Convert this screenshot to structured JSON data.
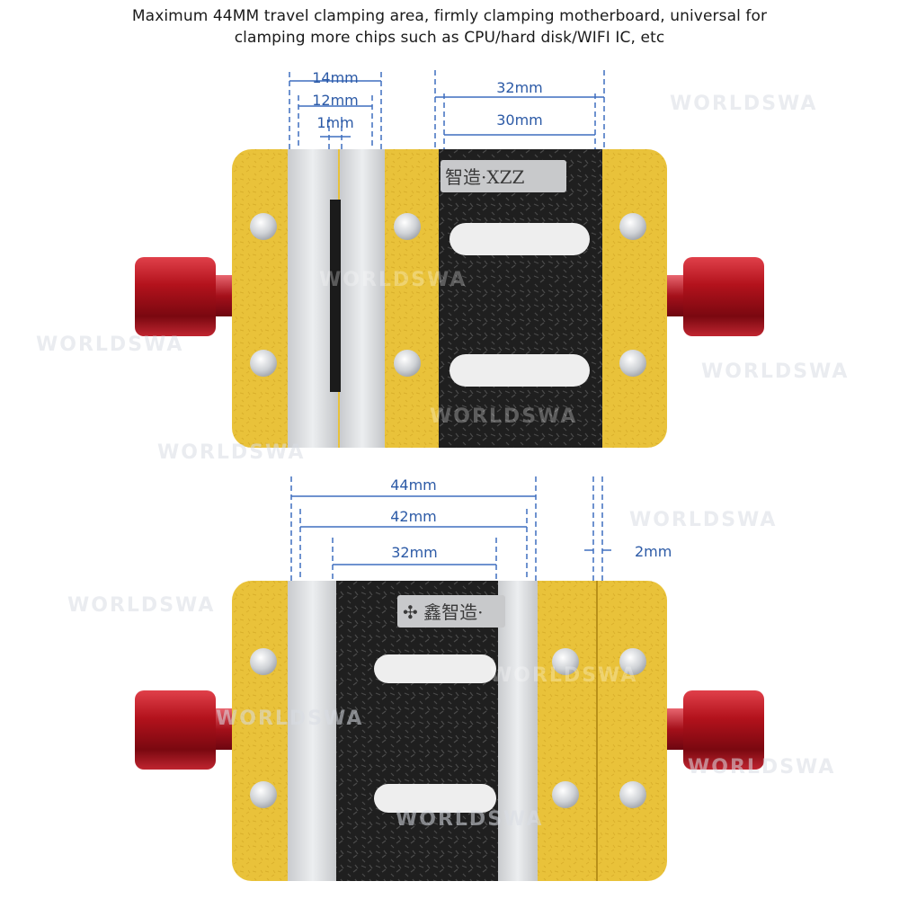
{
  "description": {
    "line1": "Maximum 44MM travel clamping area, firmly clamping motherboard, universal for",
    "line2": "clamping more chips such as CPU/hard disk/WIFI IC, etc"
  },
  "top_fixture": {
    "dimensions": [
      "14mm",
      "12mm",
      "1mm",
      "32mm",
      "30mm"
    ],
    "brand_plate": "智造·XZZ"
  },
  "bottom_fixture": {
    "dimensions": [
      "44mm",
      "42mm",
      "32mm",
      "2mm"
    ],
    "brand_plate": "✣ 鑫智造·"
  },
  "watermark": "WORLDSWA",
  "colors": {
    "gold": "#e9c23a",
    "gold_dark": "#c99b1b",
    "knob_red": "#b3121c",
    "dim_blue": "#3f6fbf",
    "silver": "#d8dadd",
    "black_pad": "#1e1e1e"
  }
}
